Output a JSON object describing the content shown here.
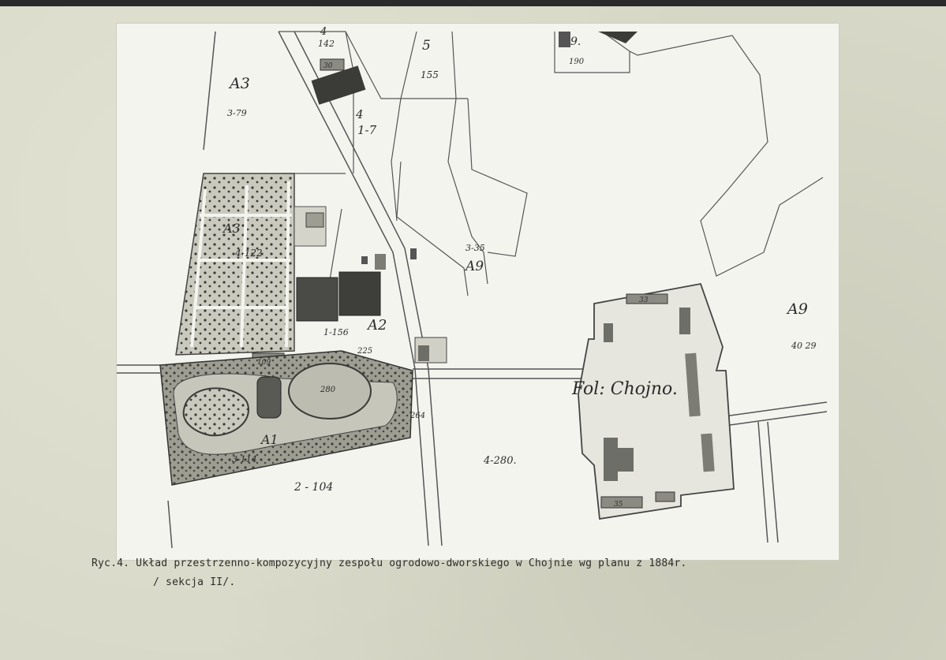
{
  "map": {
    "labels": {
      "a3": "A3",
      "a3_area": "3-79",
      "a3_garden": "A3",
      "a3_garden_area": "4-122",
      "a2": "A2",
      "a2_area": "1-156",
      "a1": "A1",
      "a1_area": "3-114",
      "a9_left": "A9",
      "a9_left_area": "3-35",
      "a9_right": "A9",
      "a9_right_area": "40 29",
      "parcel_4_top": "4",
      "parcel_4_top_area": "142",
      "parcel_5": "5",
      "parcel_5_area": "155",
      "parcel_9": "9.",
      "parcel_9_area": "190",
      "parcel_4_mid": "4",
      "parcel_4_mid_area": "1-7",
      "field_4_280": "4-280.",
      "field_2_104": "2 - 104",
      "pond_value": "280",
      "small_109": "109",
      "small_264": "264",
      "small_225": "225",
      "small_33": "33",
      "small_35": "35",
      "small_30": "30",
      "farm_name": "Fol: Chojno."
    }
  },
  "caption": {
    "line1": "Ryc.4. Układ przestrzenno-kompozycyjny zespołu ogrodowo-dworskiego w Chojnie wg planu z 1884r.",
    "line2": "/ sekcja II/."
  }
}
